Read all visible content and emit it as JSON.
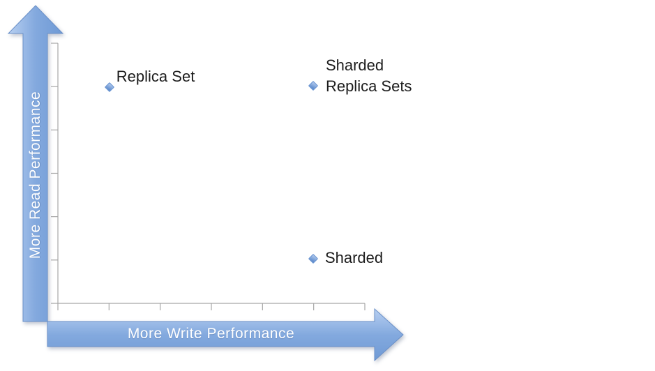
{
  "colors": {
    "background": "#ffffff",
    "axis": "#a6a6a6",
    "text": "#1c1c1c",
    "arrow_text": "#ffffff",
    "arrow_border": "#6a90c8",
    "arrow_gradient": [
      "#b7cff1",
      "#83a9de",
      "#6f9ad5"
    ],
    "marker_light": "#a7c2ea",
    "marker_dark": "#5b89cb",
    "marker_border": "#5f8dce"
  },
  "chart_data": {
    "type": "scatter",
    "title": "",
    "xlabel": "More Write Performance",
    "ylabel": "More Read Performance",
    "x_range": [
      0,
      1
    ],
    "y_range": [
      0,
      1
    ],
    "grid": false,
    "legend": "none",
    "x_tick_count": 7,
    "y_tick_count": 6,
    "axis_note": "qualitative axes, no numeric tick labels; blue block arrows serve as axis labels",
    "points": [
      {
        "label": "Replica Set",
        "label_lines": [
          "Replica Set"
        ],
        "x": 0.17,
        "y": 0.831,
        "label_dx": 9,
        "label_dy": -30
      },
      {
        "label": "Sharded Replica Sets",
        "label_lines": [
          "Sharded",
          "Replica Sets"
        ],
        "x": 0.834,
        "y": 0.834,
        "label_dx": 17,
        "label_dy": -45
      },
      {
        "label": "Sharded",
        "label_lines": [
          "Sharded"
        ],
        "x": 0.834,
        "y": 0.169,
        "label_dx": 16,
        "label_dy": -17
      }
    ]
  }
}
